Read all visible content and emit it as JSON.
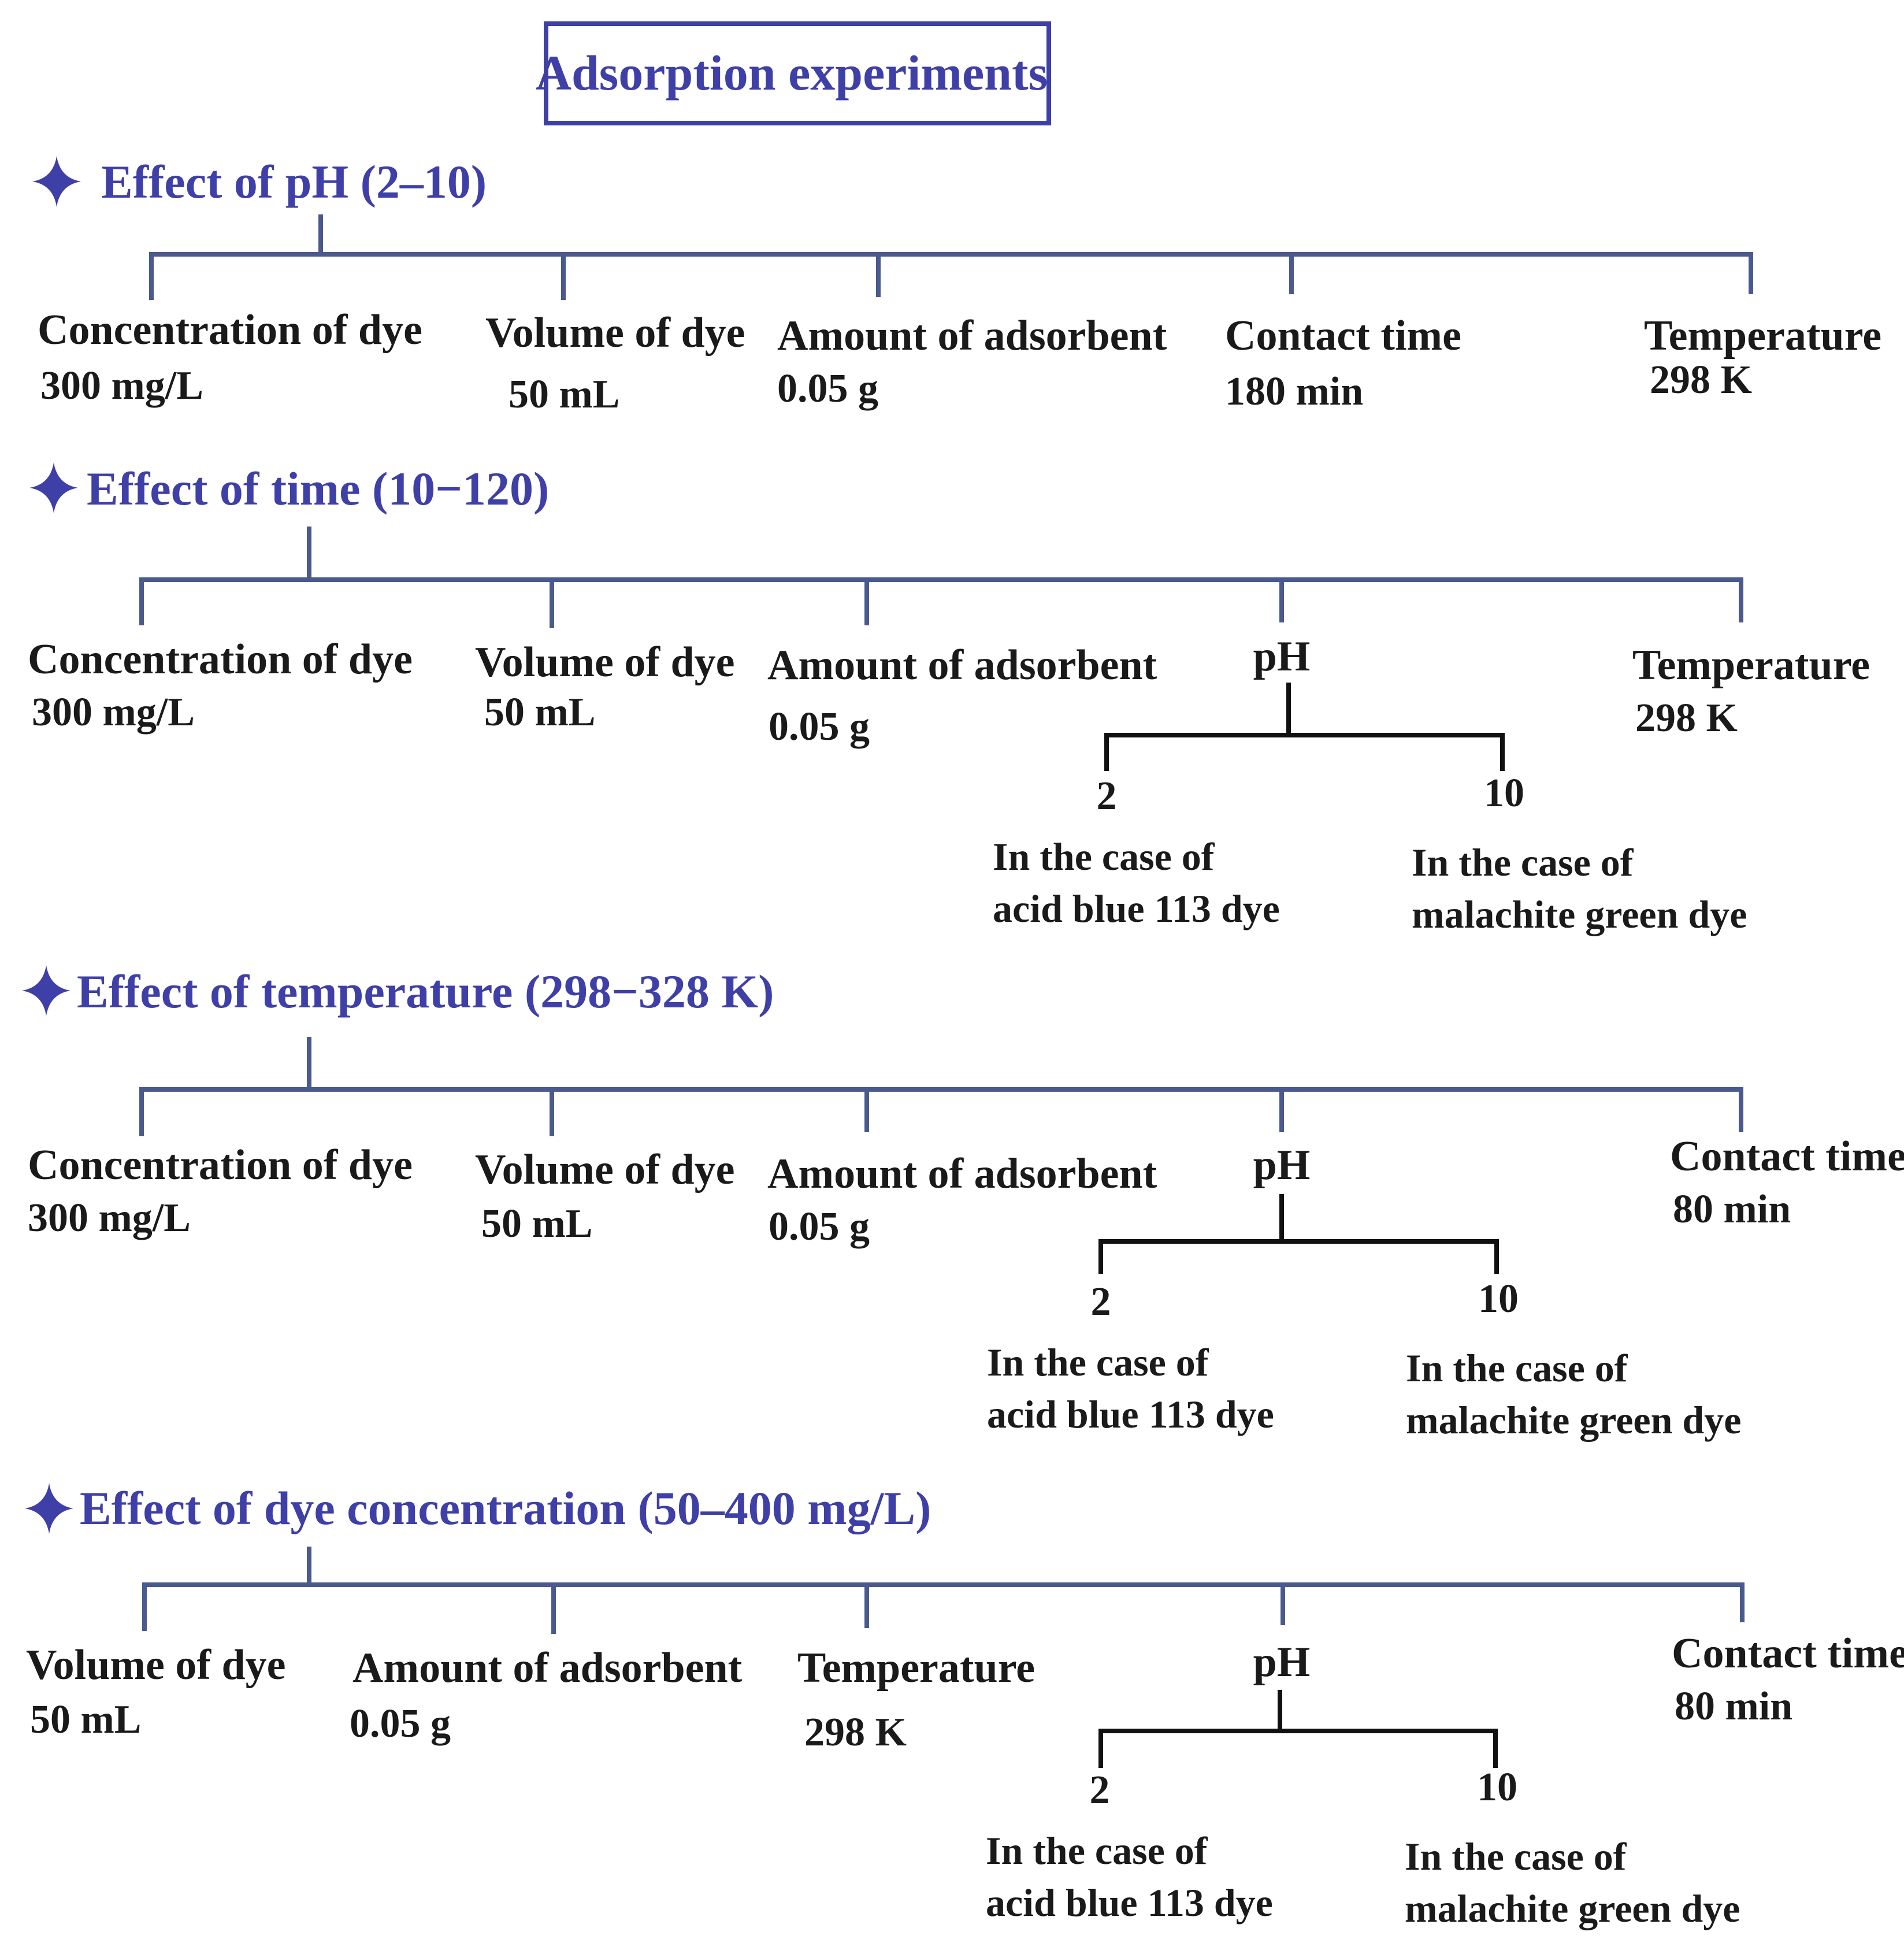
{
  "title": "Adsorption experiments",
  "colors": {
    "accent": "#3f3fa8",
    "connector": "#4a5a8e",
    "text": "#1a1a1a"
  },
  "sections": [
    {
      "title": "Effect of pH (2–10)",
      "params": [
        {
          "name": "Concentration of dye",
          "value": "300 mg/L"
        },
        {
          "name": "Volume of dye",
          "value": "50 mL"
        },
        {
          "name": "Amount of adsorbent",
          "value": "0.05 g"
        },
        {
          "name": "Contact time",
          "value": "180 min"
        },
        {
          "name": "Temperature",
          "value": "298 K"
        }
      ]
    },
    {
      "title": "Effect of time (10−120)",
      "params": [
        {
          "name": "Concentration of dye",
          "value": "300 mg/L"
        },
        {
          "name": "Volume of dye",
          "value": "50 mL"
        },
        {
          "name": "Amount of adsorbent",
          "value": "0.05 g"
        },
        {
          "name": "pH",
          "branches": [
            {
              "value": "2",
              "note1": "In the case of",
              "note2": "acid blue 113 dye"
            },
            {
              "value": "10",
              "note1": "In the case of",
              "note2": "malachite green dye"
            }
          ]
        },
        {
          "name": "Temperature",
          "value": "298 K"
        }
      ]
    },
    {
      "title": "Effect of temperature (298−328 K)",
      "params": [
        {
          "name": "Concentration of dye",
          "value": "300 mg/L"
        },
        {
          "name": "Volume of dye",
          "value": "50 mL"
        },
        {
          "name": "Amount of adsorbent",
          "value": "0.05 g"
        },
        {
          "name": "pH",
          "branches": [
            {
              "value": "2",
              "note1": "In the case of",
              "note2": "acid blue 113 dye"
            },
            {
              "value": "10",
              "note1": "In the case of",
              "note2": "malachite green dye"
            }
          ]
        },
        {
          "name": "Contact time",
          "value": "80 min"
        }
      ]
    },
    {
      "title": "Effect of dye concentration (50–400 mg/L)",
      "params": [
        {
          "name": "Volume of dye",
          "value": "50 mL"
        },
        {
          "name": "Amount of adsorbent",
          "value": "0.05 g"
        },
        {
          "name": "Temperature",
          "value": "298 K"
        },
        {
          "name": "pH",
          "branches": [
            {
              "value": "2",
              "note1": "In the case of",
              "note2": "acid blue 113 dye"
            },
            {
              "value": "10",
              "note1": "In the case of",
              "note2": "malachite green dye"
            }
          ]
        },
        {
          "name": "Contact time",
          "value": "80 min"
        }
      ]
    }
  ]
}
